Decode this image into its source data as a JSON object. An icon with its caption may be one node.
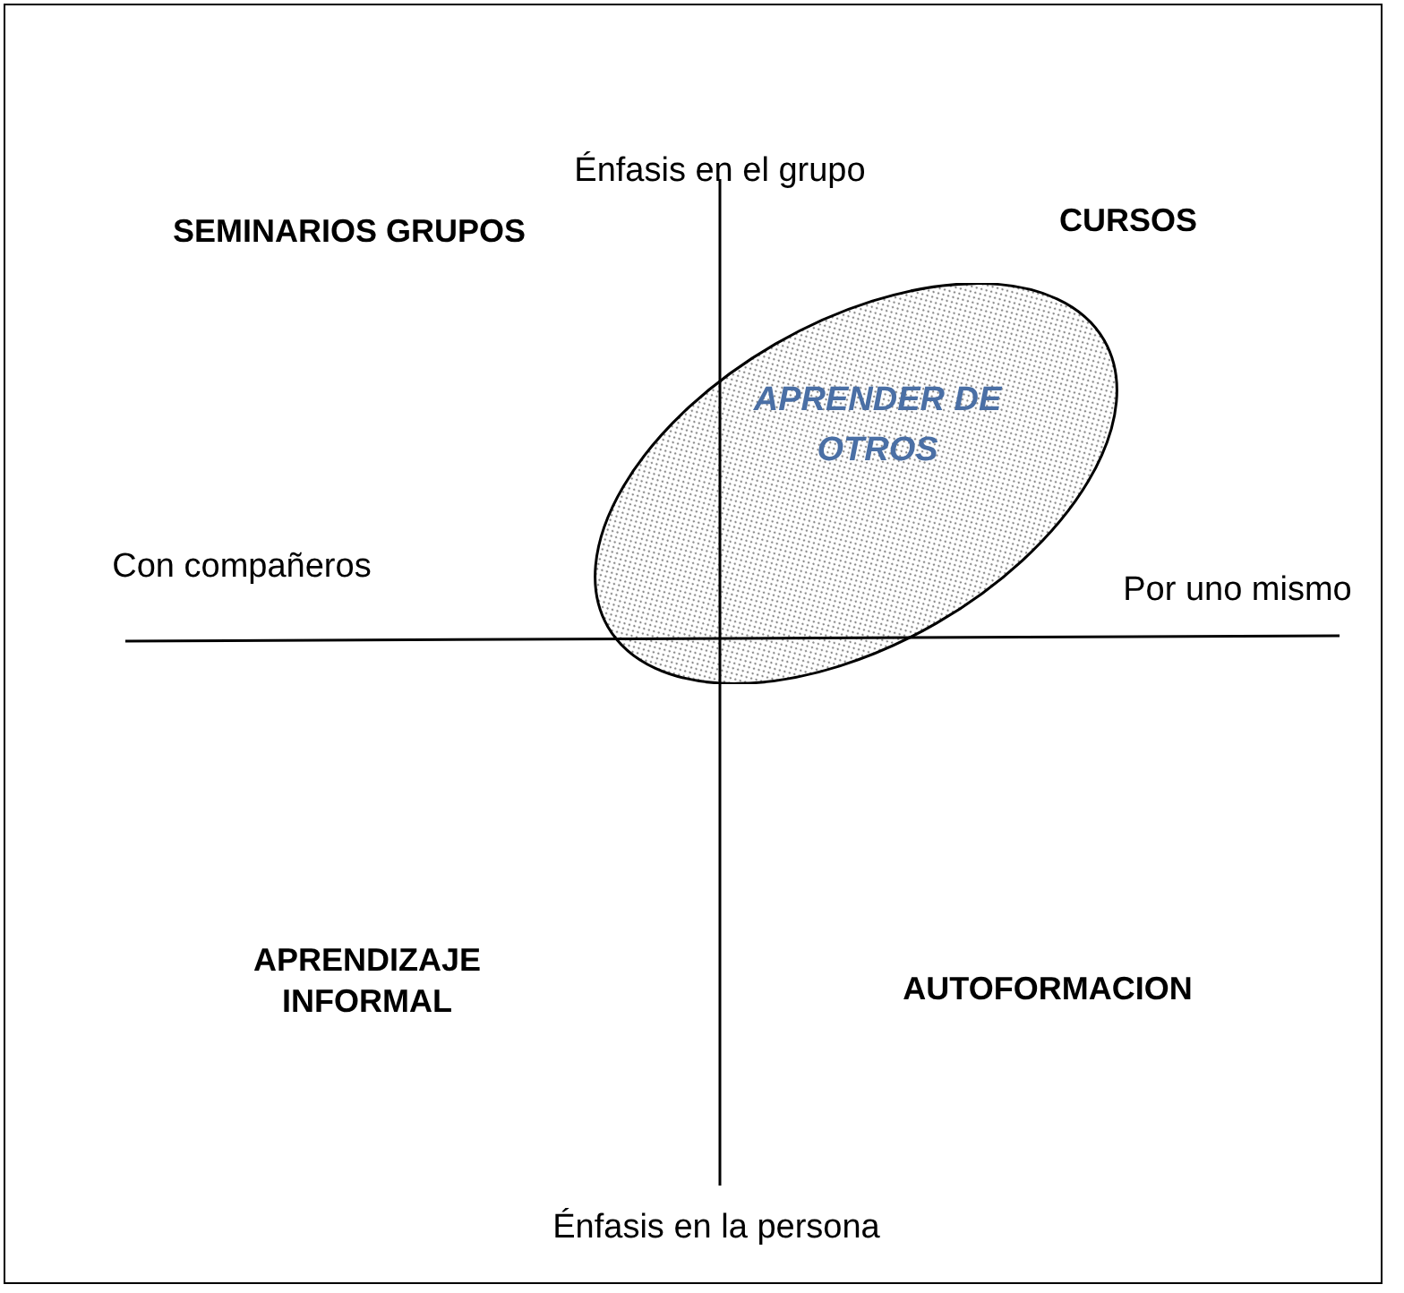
{
  "diagram": {
    "nodes": [
      {
        "text": [
          "APRENDER DE OTROS"
        ]
      }
    ],
    "labels": [
      "Énfasis en el grupo",
      "SEMINARIOS GRUPOS",
      "CURSOS",
      "Con compañeros",
      "Por uno mismo",
      "APRENDIZAJE INFORMAL",
      "AUTOFORMACION",
      "Énfasis en la persona"
    ]
  }
}
